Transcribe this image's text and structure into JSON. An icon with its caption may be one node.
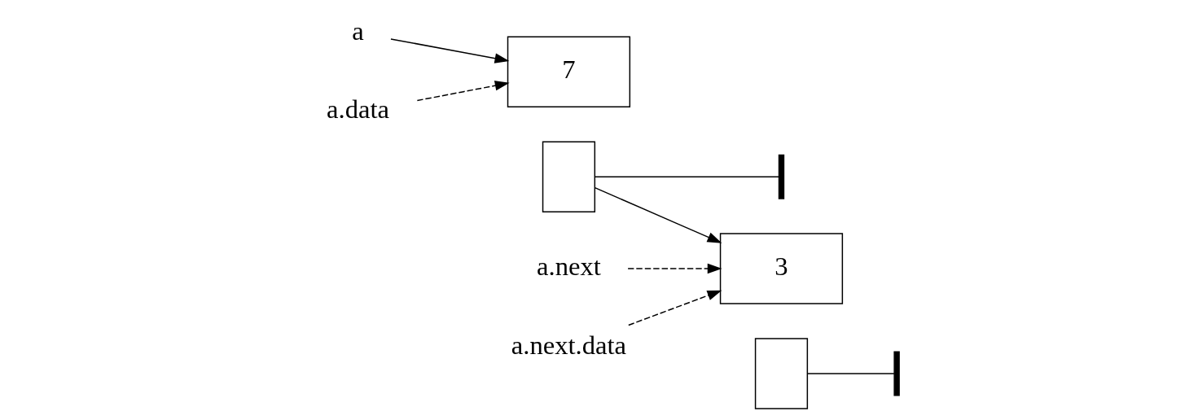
{
  "diagram": {
    "nodes": [
      {
        "text": [
          "a"
        ]
      },
      {
        "text": [
          "7"
        ]
      },
      {
        "text": [],
        "shape": "box"
      },
      {
        "text": [],
        "shape": "bar"
      },
      {
        "text": [
          "3"
        ]
      },
      {
        "text": [],
        "shape": "box"
      },
      {
        "text": [],
        "shape": "bar"
      },
      {
        "text": [
          "a.data"
        ]
      },
      {
        "text": [
          "a.next"
        ]
      },
      {
        "text": [
          "a.next.data"
        ]
      }
    ],
    "edges": [
      {
        "from": 0,
        "to": 1,
        "arrow": "to"
      },
      {
        "from": 2,
        "to": 3,
        "arrow": "none"
      },
      {
        "from": 2,
        "to": 4,
        "arrow": "to"
      },
      {
        "from": 5,
        "to": 6,
        "arrow": "none"
      },
      {
        "from": 7,
        "to": 1,
        "arrow": "to",
        "style": "dashed"
      },
      {
        "from": 8,
        "to": 4,
        "arrow": "to",
        "style": "dashed"
      },
      {
        "from": 9,
        "to": 4,
        "arrow": "to",
        "style": "dashed"
      }
    ]
  }
}
